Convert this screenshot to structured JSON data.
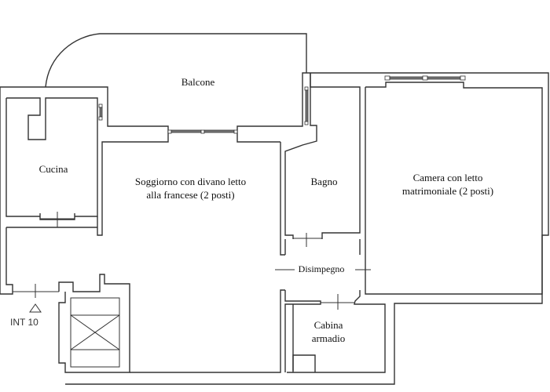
{
  "plan": {
    "rooms": {
      "balcone": "Balcone",
      "cucina": "Cucina",
      "soggiorno_line1": "Soggiorno con divano letto",
      "soggiorno_line2": "alla francese (2 posti)",
      "bagno": "Bagno",
      "camera_line1": "Camera con letto",
      "camera_line2": "matrimoniale (2 posti)",
      "disimpegno": "Disimpegno",
      "cabina_line1": "Cabina",
      "cabina_line2": "armadio"
    },
    "entrance": {
      "label": "INT 10",
      "icon": "triangle-entrance-marker"
    },
    "colors": {
      "wall": "#333333",
      "window_fill": "#777777",
      "background": "#ffffff"
    }
  }
}
